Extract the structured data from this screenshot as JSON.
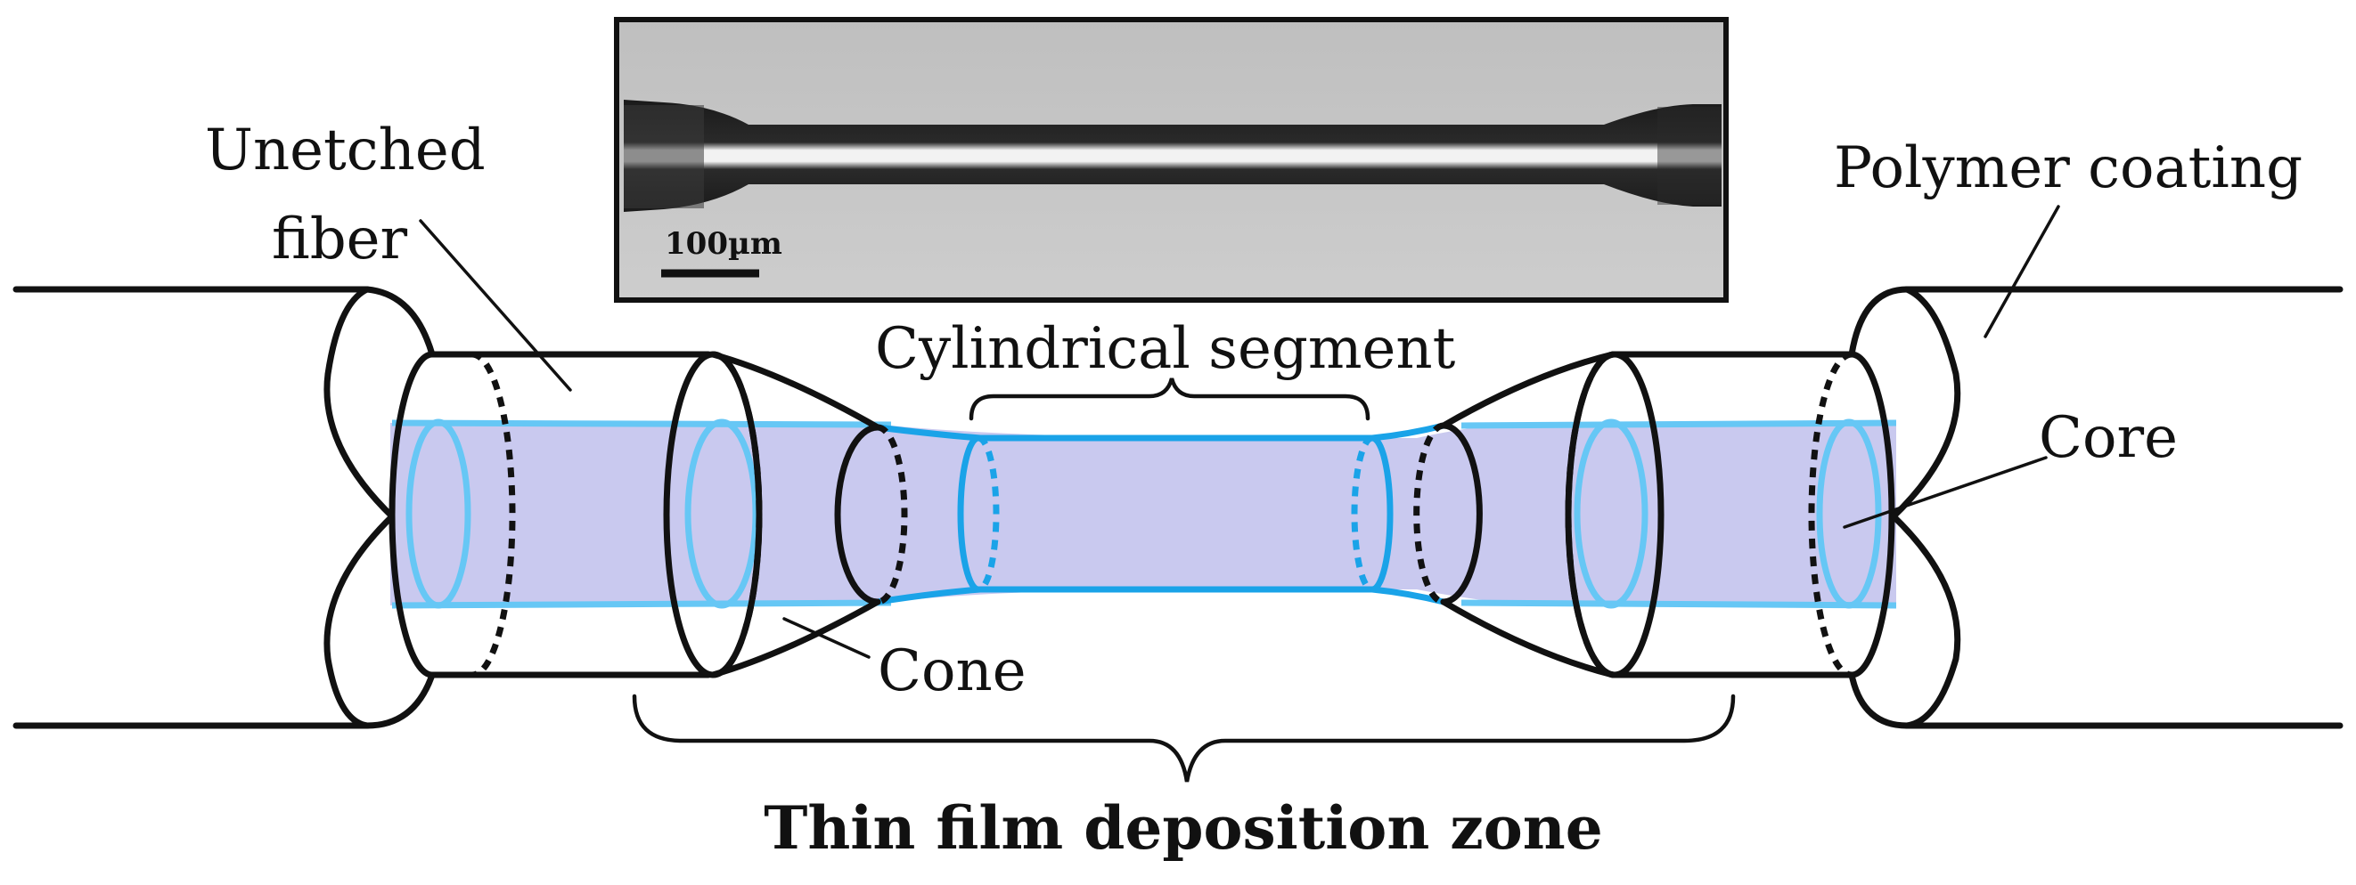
{
  "labels": {
    "unetched_line1": "Unetched",
    "unetched_line2": "fiber",
    "polymer_coating": "Polymer coating",
    "cylindrical_segment": "Cylindrical segment",
    "core": "Core",
    "cone": "Cone",
    "deposition_zone": "Thin film deposition zone"
  },
  "micrograph": {
    "scale_bar_label": "100µm"
  },
  "colors": {
    "core_fill": "#c9c9ef",
    "core_outline": "#66c7f5",
    "taper_outline": "#1aa3e8",
    "line": "#111111"
  }
}
